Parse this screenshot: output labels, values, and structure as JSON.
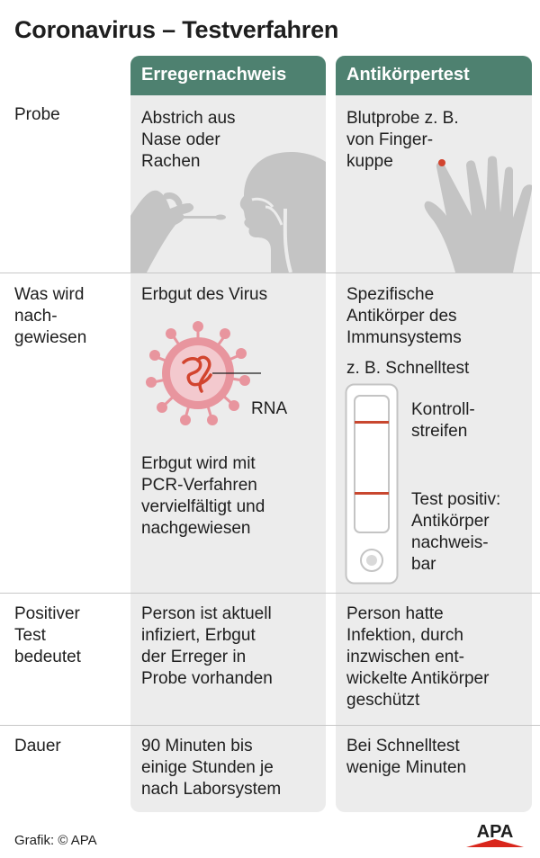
{
  "title": "Coronavirus – Testverfahren",
  "columns": {
    "col1": "Erregernachweis",
    "col2": "Antikörpertest"
  },
  "rows": {
    "probe": {
      "label": "Probe",
      "col1": "Abstrich aus\nNase oder\nRachen",
      "col2": "Blutprobe z. B.\nvon Finger-\nkuppe"
    },
    "nachweis": {
      "label": "Was wird\nnach-\ngewiesen",
      "col1": "Erbgut des Virus",
      "col1_rna": "RNA",
      "col1_desc": "Erbgut wird mit\nPCR-Verfahren\nvervielfältigt und\nnachgewiesen",
      "col2": "Spezifische\nAntikörper des\nImmunsystems",
      "col2_example": "z. B. Schnelltest",
      "col2_control": "Kontroll-\nstreifen",
      "col2_positive": "Test positiv:\nAntikörper\nnachweis-\nbar"
    },
    "positiv": {
      "label": "Positiver\nTest\nbedeutet",
      "col1": "Person ist aktuell\ninfiziert, Erbgut\nder Erreger in\nProbe vorhanden",
      "col2": "Person hatte\nInfektion, durch\ninzwischen ent-\nwickelte Antikörper\ngeschützt"
    },
    "dauer": {
      "label": "Dauer",
      "col1": "90 Minuten bis\neinige Stunden je\nnach Laborsystem",
      "col2": "Bei Schnelltest\nwenige Minuten"
    }
  },
  "footer": {
    "credit": "Grafik: © APA",
    "logo_text": "APA"
  },
  "colors": {
    "header_green": "#4e8170",
    "column_bg": "#ececec",
    "test_line_red": "#c8472f",
    "virus_pink": "#e8959e",
    "rna_red": "#d2442e",
    "apa_red": "#d9261c"
  },
  "icons": [
    "swab-hand-icon",
    "head-profile-icon",
    "hand-finger-blood-icon",
    "virus-rna-icon",
    "rapid-test-cassette-icon",
    "apa-logo"
  ]
}
